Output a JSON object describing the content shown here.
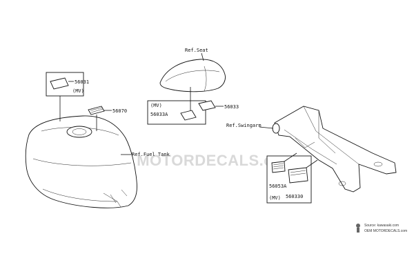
{
  "refs": {
    "seat": "Ref.Seat",
    "fuel_tank": "Ref.Fuel Tank",
    "swingarm": "Ref.Swingarm"
  },
  "parts": {
    "p56031": "56031",
    "mv1": "(MV)",
    "p56070": "56070",
    "mv2": "(MV)",
    "p56033A": "56033A",
    "p56033": "56033",
    "p56053A": "56053A",
    "p56033D": "560330",
    "mv3": "(MV)"
  },
  "watermark": {
    "text": "OEM MOTORDECALS.com",
    "source_line1": "Source: kawasaki.com",
    "source_line2": "OEM MOTORDECALS.com"
  }
}
